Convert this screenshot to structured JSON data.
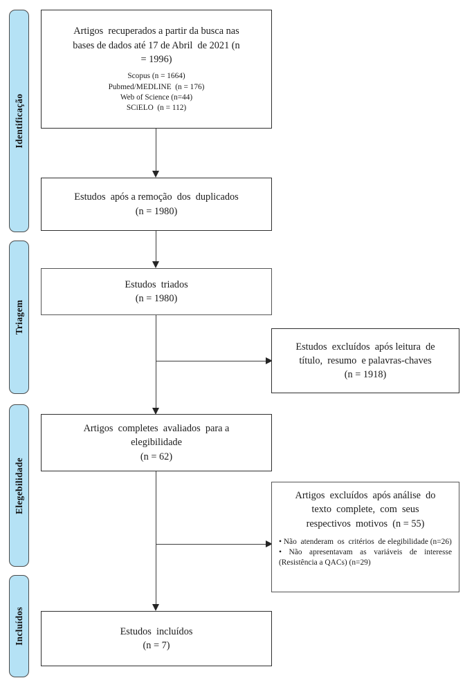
{
  "diagram": {
    "title": "PRISMA flow diagram",
    "accent_color": "#b5e2f5",
    "border_color": "#555555",
    "connector_color": "#3b3b3b"
  },
  "stages": [
    {
      "id": "identificacao",
      "label": "Identificação"
    },
    {
      "id": "triagem",
      "label": "Triagem"
    },
    {
      "id": "elegibilidade",
      "label": "Elegebilidade"
    },
    {
      "id": "incluidos",
      "label": "Incluídos"
    }
  ],
  "boxes": {
    "records_identified": {
      "lines": [
        "Artigos  recuperados a partir da busca nas",
        "bases de dados até 17 de Abril  de 2021 (n",
        "= 1996)"
      ],
      "sources": [
        "Scopus (n = 1664)",
        "Pubmed/MEDLINE  (n = 176)",
        "Web of Science (n=44)",
        "SCiELO  (n = 112)"
      ]
    },
    "after_duplicates": {
      "lines": [
        "Estudos  após a remoção  dos  duplicados",
        "(n = 1980)"
      ]
    },
    "screened": {
      "lines": [
        "Estudos  triados",
        "(n = 1980)"
      ]
    },
    "excluded_screening": {
      "lines": [
        "Estudos  excluídos  após leitura  de",
        "título,  resumo  e palavras-chaves",
        "(n = 1918)"
      ]
    },
    "full_text_assessed": {
      "lines": [
        "Artigos  completes  avaliados  para a",
        "elegibilidade",
        "(n = 62)"
      ]
    },
    "excluded_full_text": {
      "lines": [
        "Artigos  excluídos  após análise  do",
        "texto  complete,  com  seus",
        "respectivos  motivos  (n = 55)"
      ],
      "reasons": [
        "• Não  atenderam  os  critérios  de elegibilidade (n=26)",
        "• Não apresentavam as variáveis de interesse (Resistência a QACs) (n=29)"
      ]
    },
    "included": {
      "lines": [
        "Estudos  incluídos",
        "(n = 7)"
      ]
    }
  }
}
